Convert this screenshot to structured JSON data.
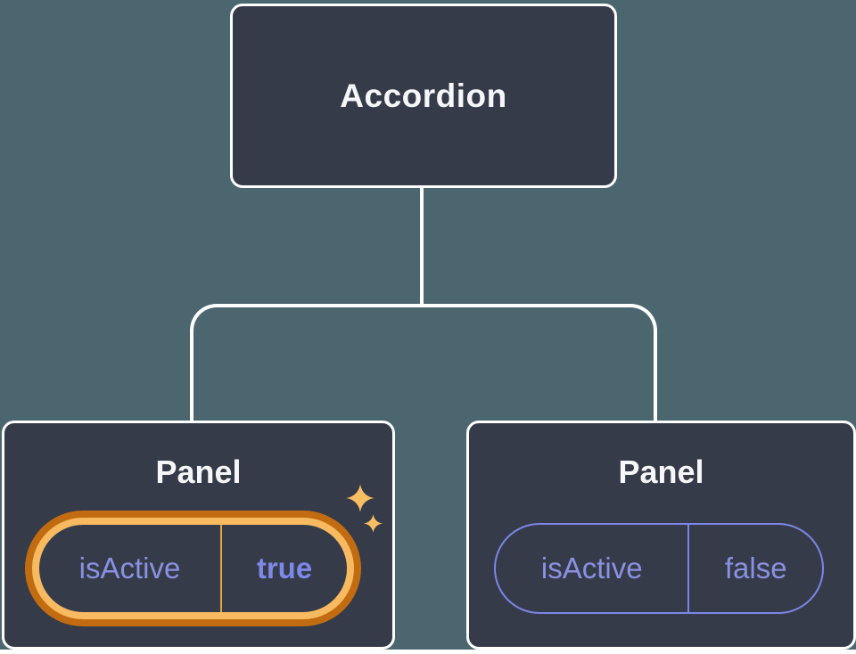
{
  "colors": {
    "background": "#4C6670",
    "node_fill": "#353B48",
    "node_border": "#FFFFFF",
    "connector": "#FFFFFF",
    "text_primary": "#F6F7F9",
    "state_text": "#8A91E3",
    "state_border": "#7C86E8",
    "state_value_active": "#7D88E8",
    "highlight_ring_outer": "#C26C12",
    "highlight_ring_inner": "#F7BA60",
    "highlight_divider": "#E8A33C",
    "sparkle": "#F8BE64",
    "bottom_edge": "#FFFFFF"
  },
  "tree": {
    "root": {
      "label": "Accordion"
    },
    "children": [
      {
        "label": "Panel",
        "state": {
          "key": "isActive",
          "value": "true"
        },
        "highlighted": true,
        "icon": "sparkles-icon"
      },
      {
        "label": "Panel",
        "state": {
          "key": "isActive",
          "value": "false"
        },
        "highlighted": false
      }
    ]
  }
}
